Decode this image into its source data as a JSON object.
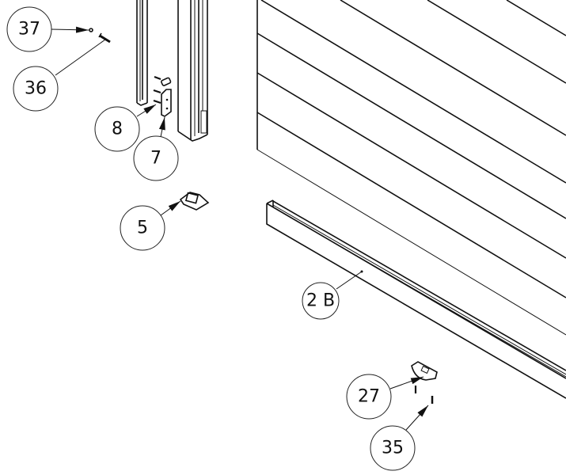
{
  "drawing": {
    "balloons": {
      "b37": "37",
      "b36": "36",
      "b8": "8",
      "b7": "7",
      "b5": "5",
      "b2b": "2 B",
      "b27": "27",
      "b35": "35"
    }
  }
}
